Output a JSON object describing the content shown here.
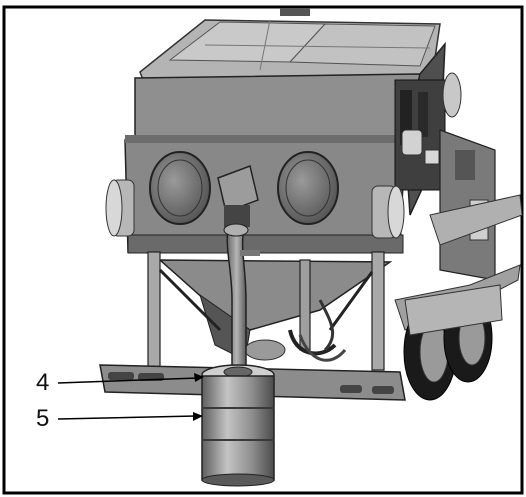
{
  "callouts": [
    {
      "number": "4",
      "target": "hose-connector"
    },
    {
      "number": "5",
      "target": "collection-drum"
    }
  ],
  "colors": {
    "frame_border": "#000000",
    "machine_body": "#8a8a8a",
    "machine_light": "#b9b9b9",
    "machine_dark": "#4a4a4a",
    "background": "#ffffff"
  }
}
